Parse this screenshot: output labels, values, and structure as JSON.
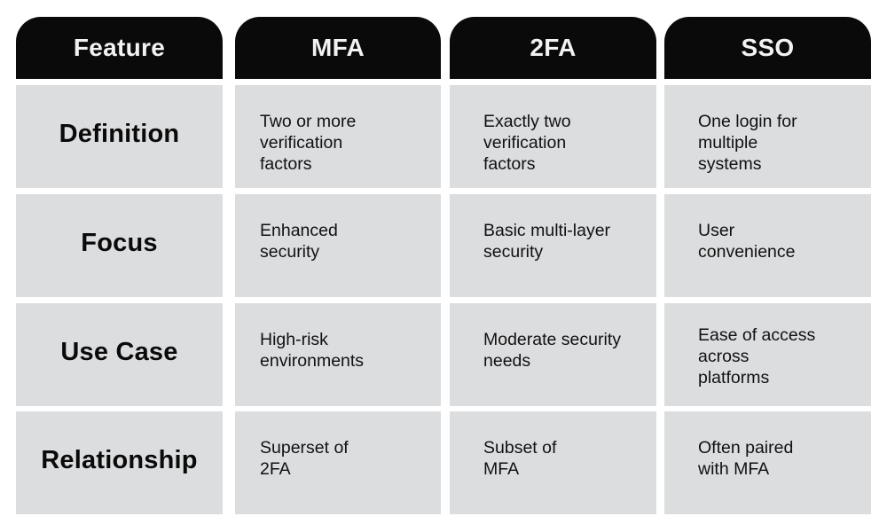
{
  "table": {
    "headers": [
      "Feature",
      "MFA",
      "2FA",
      "SSO"
    ],
    "rows": [
      {
        "label": "Definition",
        "cells": [
          [
            "Two or more",
            "verification",
            "factors"
          ],
          [
            "Exactly two",
            "verification",
            "factors"
          ],
          [
            "One login for",
            "multiple",
            "systems"
          ]
        ]
      },
      {
        "label": "Focus",
        "cells": [
          [
            "Enhanced",
            "security"
          ],
          [
            "Basic multi-layer",
            "security"
          ],
          [
            "User",
            "convenience"
          ]
        ]
      },
      {
        "label": "Use Case",
        "cells": [
          [
            "High-risk",
            "environments"
          ],
          [
            "Moderate security",
            "needs"
          ],
          [
            "Ease of access",
            "across",
            "platforms"
          ]
        ]
      },
      {
        "label": "Relationship",
        "cells": [
          [
            "Superset of",
            "2FA"
          ],
          [
            "Subset of",
            "MFA"
          ],
          [
            "Often paired",
            "with MFA"
          ]
        ]
      }
    ]
  },
  "colors": {
    "header_bg": "#0a0a0b",
    "header_text": "#f2f2f2",
    "cell_bg": "#dcdddf",
    "text": "#111111"
  }
}
